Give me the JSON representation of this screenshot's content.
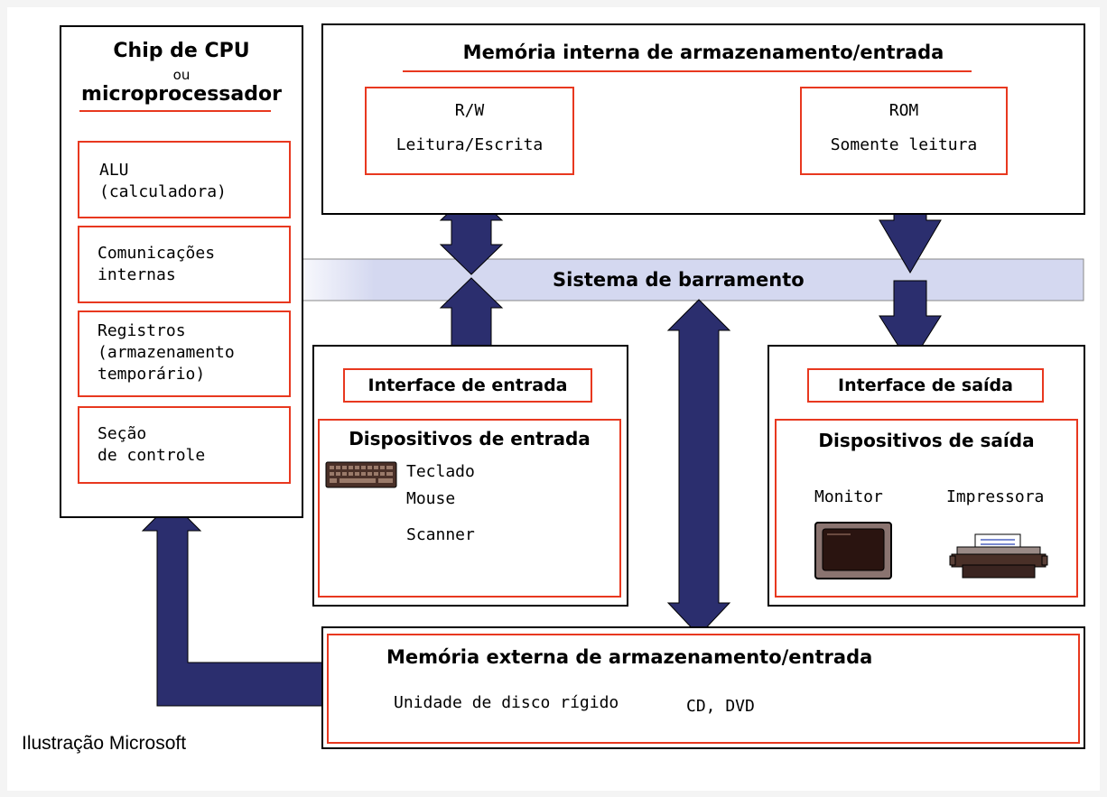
{
  "cpu": {
    "title_line1": "Chip de CPU",
    "title_line2": "ou",
    "title_line3": "microprocessador",
    "alu_line1": "ALU",
    "alu_line2": "(calculadora)",
    "comm_line1": "Comunicações",
    "comm_line2": "internas",
    "reg_line1": "Registros",
    "reg_line2": "(armazenamento",
    "reg_line3": "temporário)",
    "ctrl_line1": "Seção",
    "ctrl_line2": "de controle"
  },
  "internal_memory": {
    "title": "Memória interna de armazenamento/entrada",
    "rw_line1": "R/W",
    "rw_line2": "Leitura/Escrita",
    "rom_line1": "ROM",
    "rom_line2": "Somente leitura"
  },
  "bus": {
    "label": "Sistema de barramento"
  },
  "input": {
    "interface_label": "Interface de entrada",
    "devices_title": "Dispositivos de entrada",
    "keyboard": "Teclado",
    "mouse": "Mouse",
    "scanner": "Scanner"
  },
  "output": {
    "interface_label": "Interface de saída",
    "devices_title": "Dispositivos de saída",
    "monitor": "Monitor",
    "printer": "Impressora"
  },
  "external_memory": {
    "title": "Memória externa de armazenamento/entrada",
    "hdd": "Unidade de disco rígido",
    "optical": "CD, DVD"
  },
  "credit": "Ilustração Microsoft",
  "colors": {
    "arrow": "#2b2e6e",
    "red_border": "#e8381f",
    "bus_fill": "#d4d8f0"
  },
  "icons": [
    "keyboard-icon",
    "monitor-icon",
    "printer-icon"
  ]
}
